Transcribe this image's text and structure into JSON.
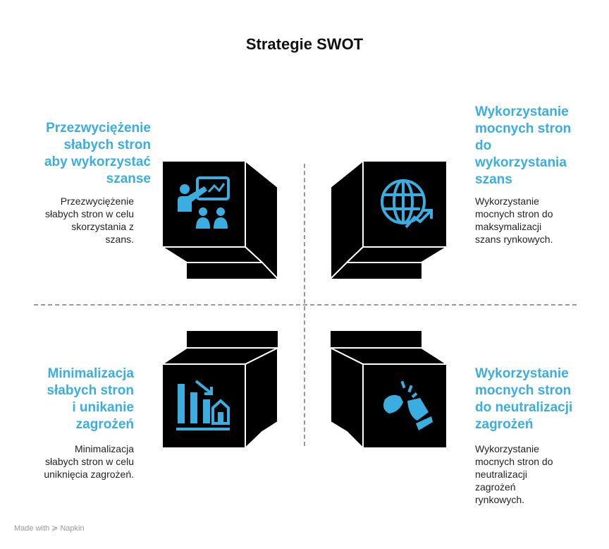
{
  "title": "Strategie SWOT",
  "accent_color": "#3aaee0",
  "quadrants": [
    {
      "id": "wo",
      "heading": "Przezwyciężenie\nsłabych stron\naby wykorzystać\nszanse",
      "description": "Przezwyciężenie\nsłabych stron w celu\nskorzystania z\nszans.",
      "icon": "presentation-icon"
    },
    {
      "id": "so",
      "heading": "Wykorzystanie\nmocnych stron\ndo\nwykorzystania\nszans",
      "description": "Wykorzystanie\nmocnych stron do\nmaksymalizacji\nszans rynkowych.",
      "icon": "globe-growth-icon"
    },
    {
      "id": "wt",
      "heading": "Minimalizacja\nsłabych stron\ni unikanie\nzagrożeń",
      "description": "Minimalizacja\nsłabych stron w celu\nuniknięcia zagrożeń.",
      "icon": "declining-chart-icon"
    },
    {
      "id": "st",
      "heading": "Wykorzystanie\nmocnych stron\ndo neutralizacji\nzagrożeń",
      "description": "Wykorzystanie\nmocnych stron do\nneutralizacji\nzagrożeń\nrynkowych.",
      "icon": "punch-icon"
    }
  ],
  "footer": {
    "made_with": "Made with",
    "brand": "Napkin",
    "logo_icon": "napkin-logo-icon"
  }
}
